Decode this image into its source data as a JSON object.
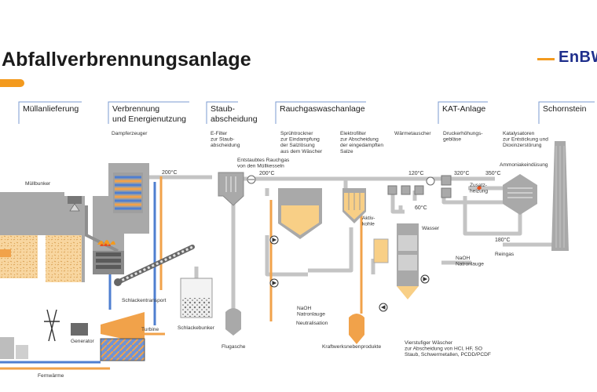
{
  "title": "Abfallverbrennungsanlage",
  "logo": "EnBW",
  "colors": {
    "accent": "#f39a1e",
    "brand": "#1f2f8c",
    "pipe_gray": "#bfbfbf",
    "pipe_blue": "#4f7fd0",
    "pipe_orange": "#f1a24a",
    "equipment": "#a9a9a9",
    "fill_yellow": "#f8cf86"
  },
  "sections": [
    "Müllanlieferung",
    "Verbrennung\nund Energienutzung",
    "Staub-\nabscheidung",
    "Rauchgaswaschanlage",
    "KAT-Anlage",
    "Schornstein"
  ],
  "labels": {
    "dampferzeuger": "Dampferzeuger",
    "efilter": "E-Filter\nzur Staub-\nabscheidung",
    "spruehtrockner": "Sprühtrockner\nzur Eindampfung\nder Salzlösung\naus dem Wäscher",
    "elektrofilter": "Elektrofilter\nzur Abscheidung\nder eingedampften\nSalze",
    "waermetauscher": "Wärmetauscher",
    "druckerhoehung": "Druckerhöhungs-\ngebläse",
    "katalysatoren": "Katalysatoren\nzur Entstickung und\nDioxinzerstörung",
    "muellbunker": "Müllbunker",
    "entstaubtes": "Entstaubtes Rauchgas\nvon den Müllkesseln",
    "ammoniak": "Ammoniakeindüsung",
    "zusatzheizung": "Zusatz-\nheizung",
    "aktivkohle": "Aktiv-\nkohle",
    "wasser": "Wasser",
    "naoh_right": "NaOH\nNatronlauge",
    "naoh_mid": "NaOH\nNatronlauge",
    "neutralisation": "Neutralisation",
    "reingas": "Reingas",
    "schlackentransport": "Schlackentransport",
    "schlackebunker": "Schlackebunker",
    "flugasche": "Flugasche",
    "kraftwerksneben": "Kraftwerksnebenprodukte",
    "waescher": "Vierstufiger Wäscher\nzur Abscheidung von HCl, HF, SO\nStaub, Schwermetallen, PCDD/PCDF",
    "generator": "Generator",
    "turbine": "Turbine",
    "fernwaerme": "Fernwärme"
  },
  "temps": {
    "t200": "200°C",
    "t200b": "200°C",
    "t120": "120°C",
    "t60": "60°C",
    "t320": "320°C",
    "t350": "350°C",
    "t180": "180°C"
  }
}
